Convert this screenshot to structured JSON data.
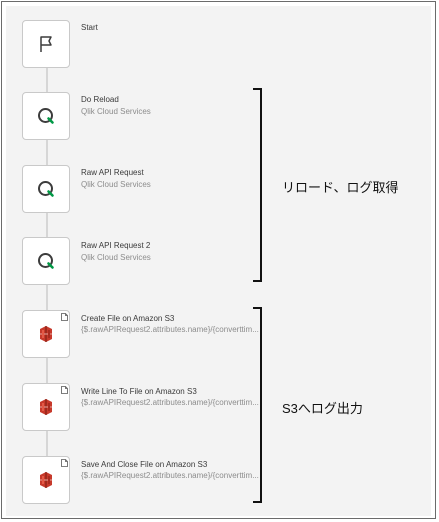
{
  "nodes": [
    {
      "icon": "flag-icon",
      "title": "Start",
      "subtitle": ""
    },
    {
      "icon": "qlik-icon",
      "title": "Do Reload",
      "subtitle": "Qlik Cloud Services"
    },
    {
      "icon": "qlik-icon",
      "title": "Raw API Request",
      "subtitle": "Qlik Cloud Services"
    },
    {
      "icon": "qlik-icon",
      "title": "Raw API Request 2",
      "subtitle": "Qlik Cloud Services"
    },
    {
      "icon": "amazon-s3-icon",
      "title": "Create File on Amazon S3",
      "subtitle": "{$.rawAPIRequest2.attributes.name}/{converttim..."
    },
    {
      "icon": "amazon-s3-icon",
      "title": "Write Line To File on Amazon S3",
      "subtitle": "{$.rawAPIRequest2.attributes.name}/{converttim..."
    },
    {
      "icon": "amazon-s3-icon",
      "title": "Save And Close File on Amazon S3",
      "subtitle": "{$.rawAPIRequest2.attributes.name}/{converttim..."
    }
  ],
  "annotations": {
    "qlik_group": "リロード、ログ取得",
    "s3_group": "S3へログ出力"
  },
  "colors": {
    "qlik_green": "#009845",
    "s3_red": "#c7392b",
    "node_border": "#c9c9c9",
    "connector": "#d6d6d6"
  }
}
